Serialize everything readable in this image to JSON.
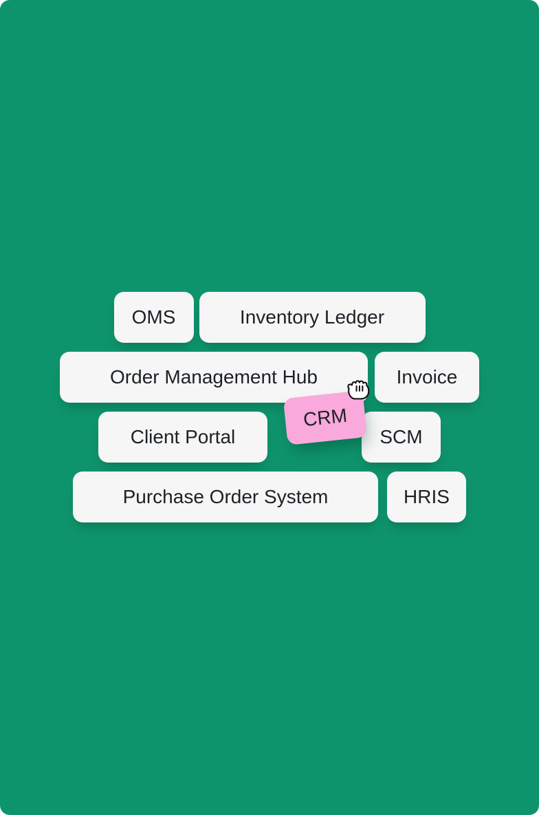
{
  "theme": {
    "background_green": "#0E946C",
    "chip_background": "#F5F6F5",
    "chip_text": "#1D2127",
    "drag_chip_background": "#F9A9DC",
    "cursor_fill": "#FFFFFF",
    "cursor_outline": "#111111"
  },
  "rows": [
    {
      "chips": [
        {
          "label": "OMS"
        },
        {
          "label": "Inventory Ledger"
        }
      ]
    },
    {
      "chips": [
        {
          "label": "Order Management Hub"
        },
        {
          "label": "Invoice"
        }
      ]
    },
    {
      "chips": [
        {
          "label": "Client Portal"
        },
        {
          "label": "SCM"
        }
      ]
    },
    {
      "chips": [
        {
          "label": "Purchase Order System"
        },
        {
          "label": "HRIS"
        }
      ]
    }
  ],
  "drag_chip": {
    "label": "CRM"
  },
  "cursor": {
    "type": "grabbing-hand"
  }
}
